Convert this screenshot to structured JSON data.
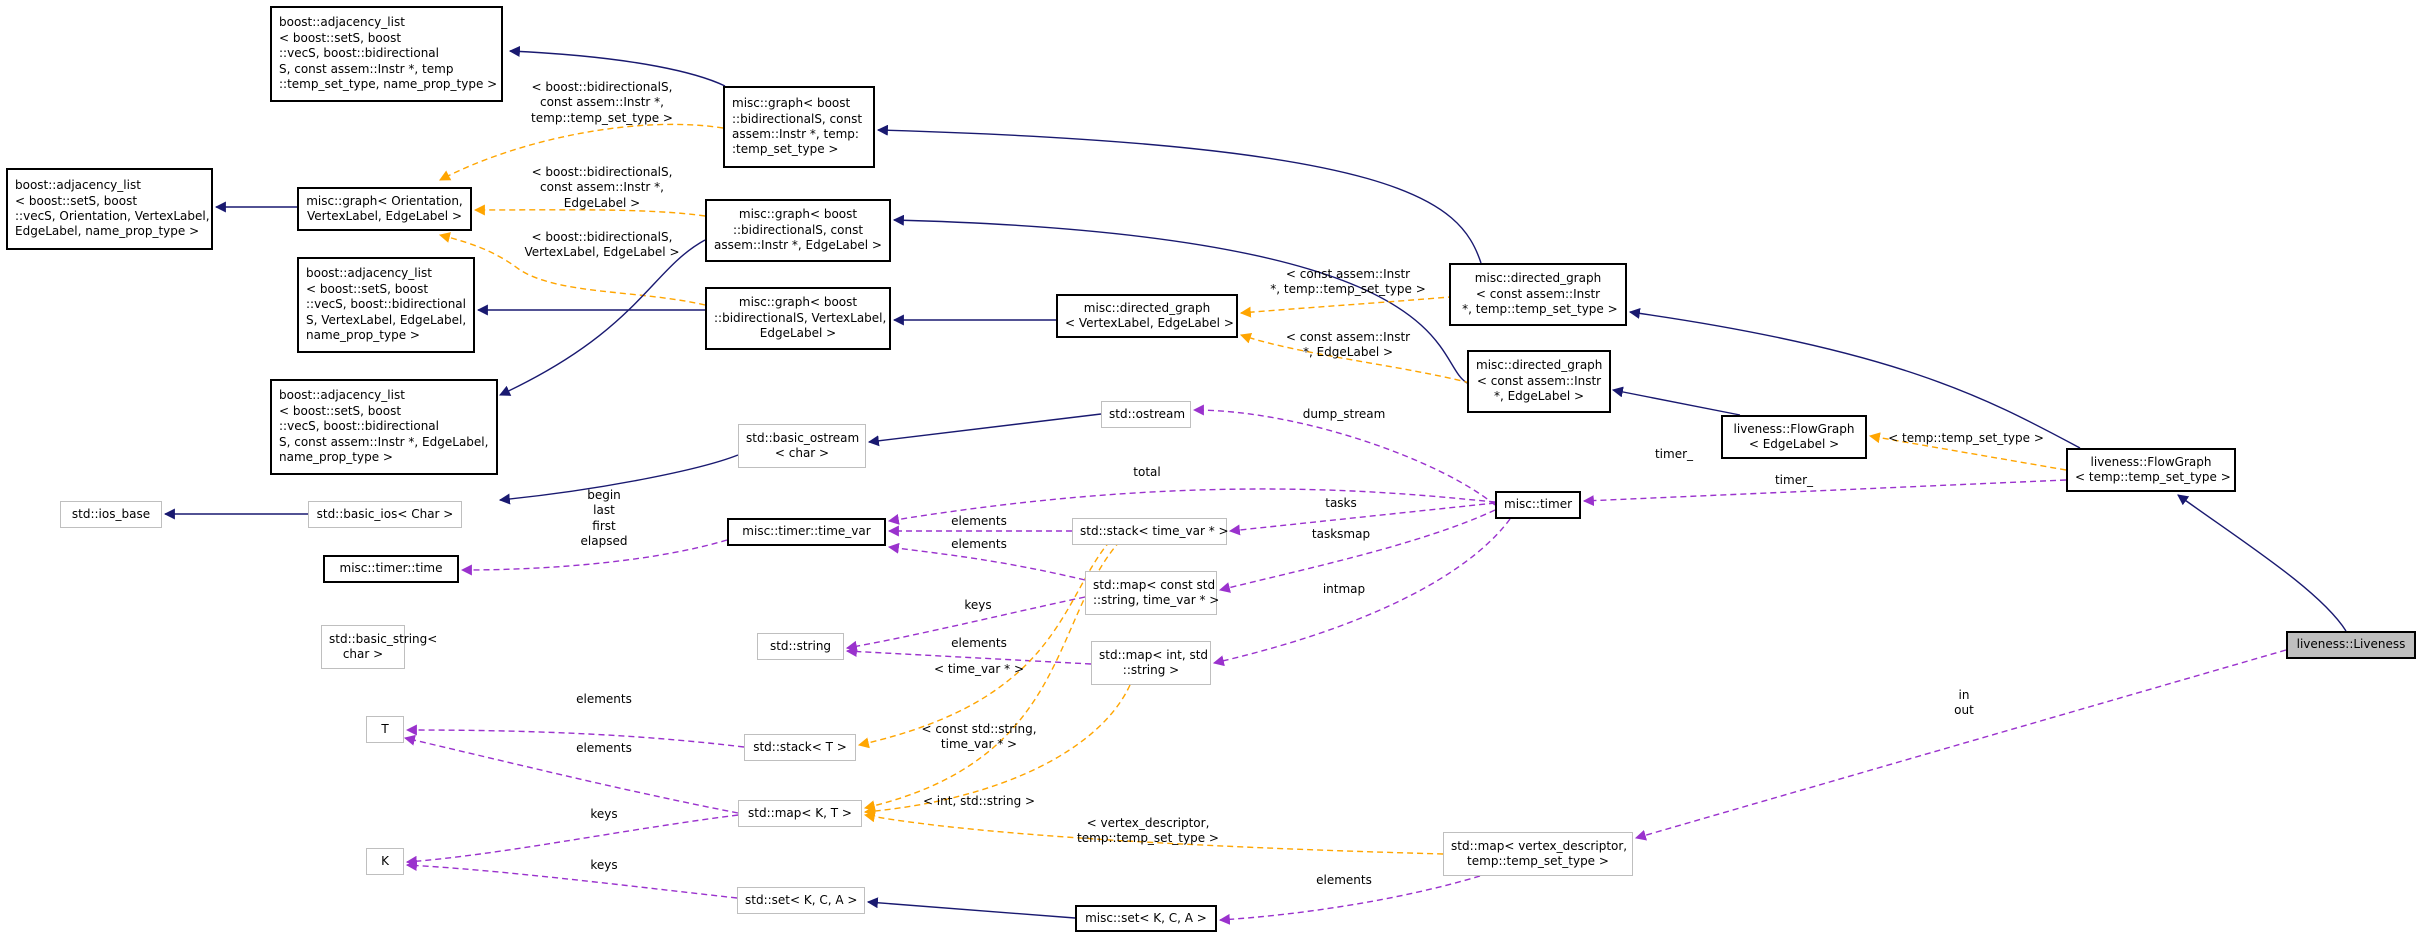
{
  "colors": {
    "navy": "#191970",
    "orange": "#ffa500",
    "purple": "#9a32cd",
    "highlight": "#bfbfbf"
  },
  "nodes": [
    {
      "id": "n1",
      "style": "black",
      "lines": [
        "boost::adjacency_list",
        "< boost::setS, boost",
        "::vecS, boost::bidirectional",
        "S, const assem::Instr *, temp",
        "::temp_set_type, name_prop_type >"
      ]
    },
    {
      "id": "n2",
      "style": "black",
      "lines": [
        "misc::graph< boost",
        "::bidirectionalS, const",
        "assem::Instr *, temp:",
        ":temp_set_type >"
      ]
    },
    {
      "id": "n3",
      "style": "black",
      "lines": [
        "boost::adjacency_list",
        "< boost::setS, boost",
        "::vecS, Orientation, VertexLabel,",
        "EdgeLabel, name_prop_type >"
      ]
    },
    {
      "id": "n4",
      "style": "black",
      "lines": [
        "misc::graph< Orientation,",
        "VertexLabel, EdgeLabel >"
      ]
    },
    {
      "id": "n5",
      "style": "black",
      "lines": [
        "misc::graph< boost",
        "::bidirectionalS, const",
        "assem::Instr *, EdgeLabel >"
      ]
    },
    {
      "id": "n6",
      "style": "black",
      "lines": [
        "boost::adjacency_list",
        "< boost::setS, boost",
        "::vecS, boost::bidirectional",
        "S, VertexLabel, EdgeLabel,",
        "name_prop_type >"
      ]
    },
    {
      "id": "n7",
      "style": "black",
      "lines": [
        "misc::graph< boost",
        "::bidirectionalS, VertexLabel,",
        "EdgeLabel >"
      ]
    },
    {
      "id": "n8",
      "style": "black",
      "lines": [
        "misc::directed_graph",
        "< VertexLabel, EdgeLabel >"
      ]
    },
    {
      "id": "n9",
      "style": "black",
      "lines": [
        "misc::directed_graph",
        "< const assem::Instr",
        " *, temp::temp_set_type >"
      ]
    },
    {
      "id": "n10",
      "style": "black",
      "lines": [
        "misc::directed_graph",
        "< const assem::Instr",
        "*, EdgeLabel >"
      ]
    },
    {
      "id": "n11",
      "style": "black",
      "lines": [
        "boost::adjacency_list",
        "< boost::setS, boost",
        "::vecS, boost::bidirectional",
        "S, const assem::Instr *, EdgeLabel,",
        "name_prop_type >"
      ]
    },
    {
      "id": "n12",
      "style": "gray",
      "lines": [
        "std::ostream"
      ]
    },
    {
      "id": "n13",
      "style": "gray",
      "lines": [
        "std::basic_ostream",
        "< char >"
      ]
    },
    {
      "id": "n14",
      "style": "black",
      "lines": [
        "liveness::FlowGraph",
        "< EdgeLabel >"
      ]
    },
    {
      "id": "n15",
      "style": "black",
      "lines": [
        "liveness::FlowGraph",
        "< temp::temp_set_type >"
      ]
    },
    {
      "id": "n16",
      "style": "gray",
      "lines": [
        "std::ios_base"
      ]
    },
    {
      "id": "n17",
      "style": "gray",
      "lines": [
        "std::basic_ios< Char >"
      ]
    },
    {
      "id": "n18",
      "style": "black",
      "lines": [
        "misc::timer"
      ]
    },
    {
      "id": "n19",
      "style": "black",
      "lines": [
        "misc::timer::time_var"
      ]
    },
    {
      "id": "n20",
      "style": "gray",
      "lines": [
        "std::stack< time_var * >"
      ]
    },
    {
      "id": "n21",
      "style": "black",
      "lines": [
        "misc::timer::time"
      ]
    },
    {
      "id": "n22",
      "style": "gray",
      "lines": [
        "std::map< const std",
        "::string, time_var * >"
      ]
    },
    {
      "id": "n23",
      "style": "gray",
      "lines": [
        "std::basic_string<",
        "char >"
      ]
    },
    {
      "id": "n24",
      "style": "gray",
      "lines": [
        "std::string"
      ]
    },
    {
      "id": "n25",
      "style": "gray",
      "lines": [
        "std::map< int, std",
        "::string >"
      ]
    },
    {
      "id": "n26",
      "style": "highlight",
      "lines": [
        "liveness::Liveness"
      ]
    },
    {
      "id": "n27",
      "style": "gray",
      "lines": [
        "T"
      ]
    },
    {
      "id": "n28",
      "style": "gray",
      "lines": [
        "std::stack< T >"
      ]
    },
    {
      "id": "n29",
      "style": "gray",
      "lines": [
        "std::map< K, T >"
      ]
    },
    {
      "id": "n30",
      "style": "gray",
      "lines": [
        "K"
      ]
    },
    {
      "id": "n31",
      "style": "gray",
      "lines": [
        "std::map< vertex_descriptor,",
        "temp::temp_set_type >"
      ]
    },
    {
      "id": "n32",
      "style": "gray",
      "lines": [
        "std::set< K, C, A >"
      ]
    },
    {
      "id": "n33",
      "style": "black",
      "lines": [
        "misc::set< K, C, A >"
      ]
    }
  ],
  "edge_labels": [
    {
      "id": "l1",
      "lines": [
        "< boost::bidirectionalS,",
        "const assem::Instr *,",
        "temp::temp_set_type >"
      ]
    },
    {
      "id": "l2",
      "lines": [
        "< boost::bidirectionalS,",
        "const assem::Instr *,",
        "EdgeLabel >"
      ]
    },
    {
      "id": "l3",
      "lines": [
        "< boost::bidirectionalS,",
        "VertexLabel, EdgeLabel >"
      ]
    },
    {
      "id": "l4",
      "lines": [
        "< const assem::Instr",
        "*, temp::temp_set_type >"
      ]
    },
    {
      "id": "l5",
      "lines": [
        "< const assem::Instr",
        "*, EdgeLabel >"
      ]
    },
    {
      "id": "l6",
      "lines": [
        "dump_stream"
      ]
    },
    {
      "id": "l7",
      "lines": [
        "< temp::temp_set_type >"
      ]
    },
    {
      "id": "l8",
      "lines": [
        "timer_"
      ]
    },
    {
      "id": "l9",
      "lines": [
        "total"
      ]
    },
    {
      "id": "l10",
      "lines": [
        "timer_"
      ]
    },
    {
      "id": "l11",
      "lines": [
        "begin",
        "last",
        "first",
        "elapsed"
      ]
    },
    {
      "id": "l12",
      "lines": [
        "tasks"
      ]
    },
    {
      "id": "l13",
      "lines": [
        "elements"
      ]
    },
    {
      "id": "l14",
      "lines": [
        "elements"
      ]
    },
    {
      "id": "l15",
      "lines": [
        "tasksmap"
      ]
    },
    {
      "id": "l16",
      "lines": [
        "intmap"
      ]
    },
    {
      "id": "l17",
      "lines": [
        "keys"
      ]
    },
    {
      "id": "l18",
      "lines": [
        "elements"
      ]
    },
    {
      "id": "l19",
      "lines": [
        "< time_var * >"
      ]
    },
    {
      "id": "l20",
      "lines": [
        "elements"
      ]
    },
    {
      "id": "l21",
      "lines": [
        "elements"
      ]
    },
    {
      "id": "l22",
      "lines": [
        "< const std::string,",
        "time_var * >"
      ]
    },
    {
      "id": "l23",
      "lines": [
        "< int, std::string >"
      ]
    },
    {
      "id": "l24",
      "lines": [
        "< vertex_descriptor,",
        "temp::temp_set_type >"
      ]
    },
    {
      "id": "l25",
      "lines": [
        "keys"
      ]
    },
    {
      "id": "l26",
      "lines": [
        "keys"
      ]
    },
    {
      "id": "l27",
      "lines": [
        "elements"
      ]
    },
    {
      "id": "l28",
      "lines": [
        "in",
        "out"
      ]
    }
  ]
}
